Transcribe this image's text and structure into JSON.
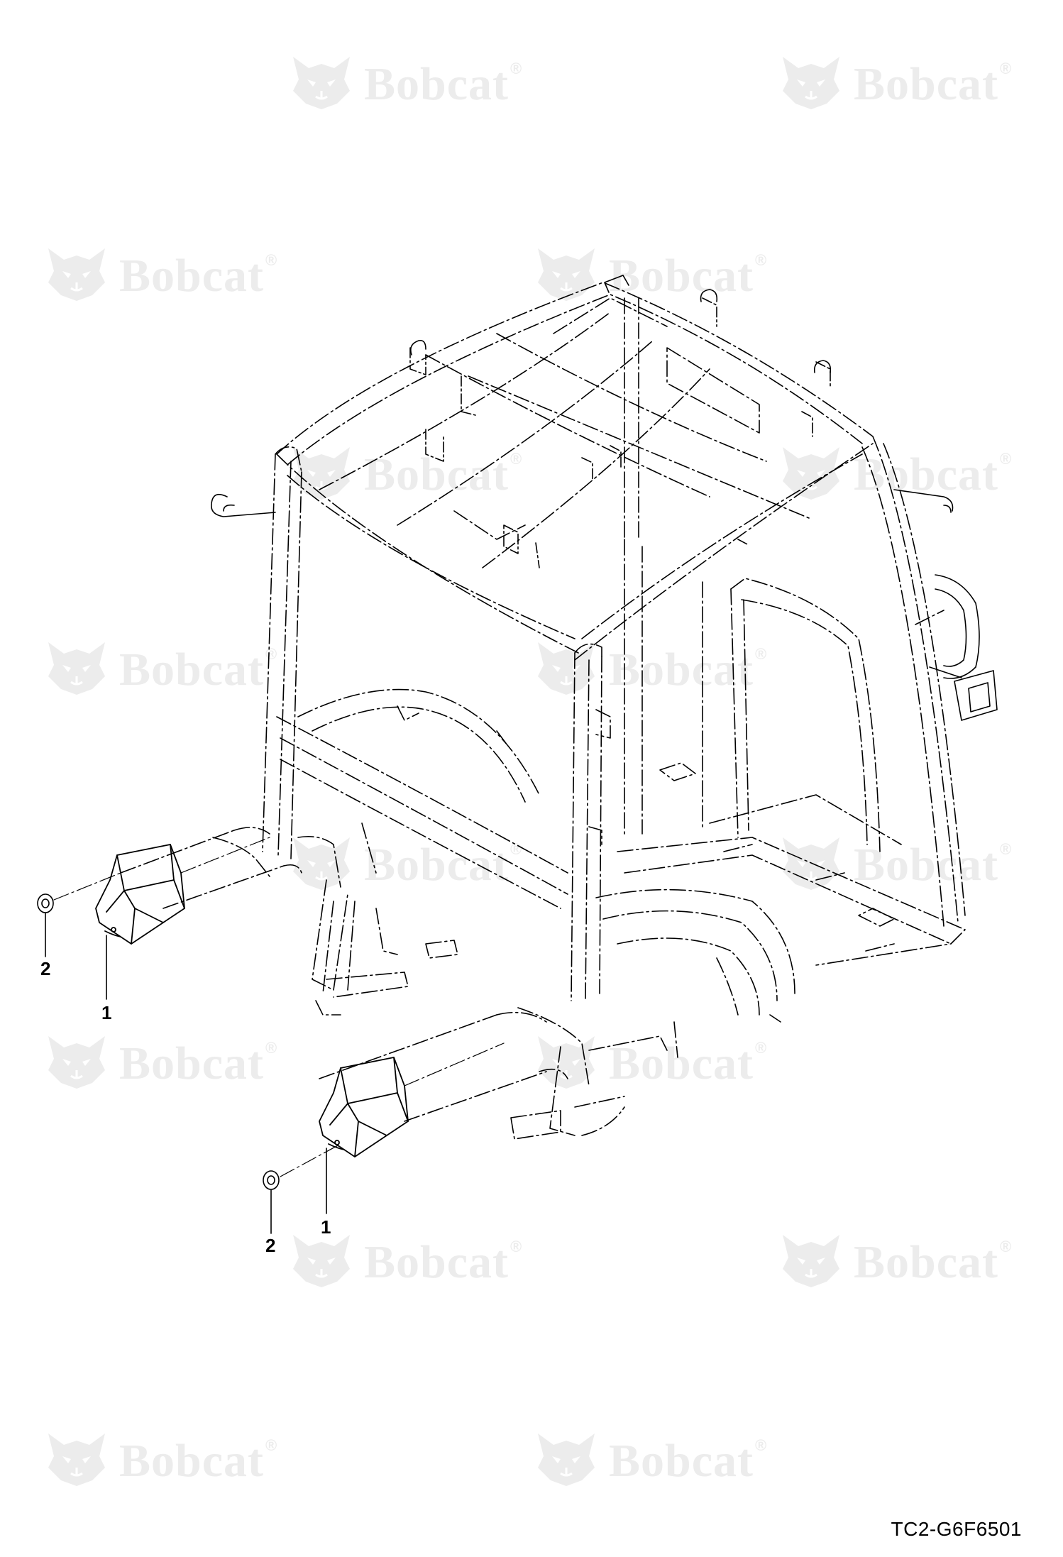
{
  "watermark": {
    "brand": "Bobcat",
    "mark": "®"
  },
  "callouts": [
    {
      "label": "2"
    },
    {
      "label": "1"
    },
    {
      "label": "2"
    },
    {
      "label": "1"
    }
  ],
  "drawing_code": "TC2-G6F6501"
}
